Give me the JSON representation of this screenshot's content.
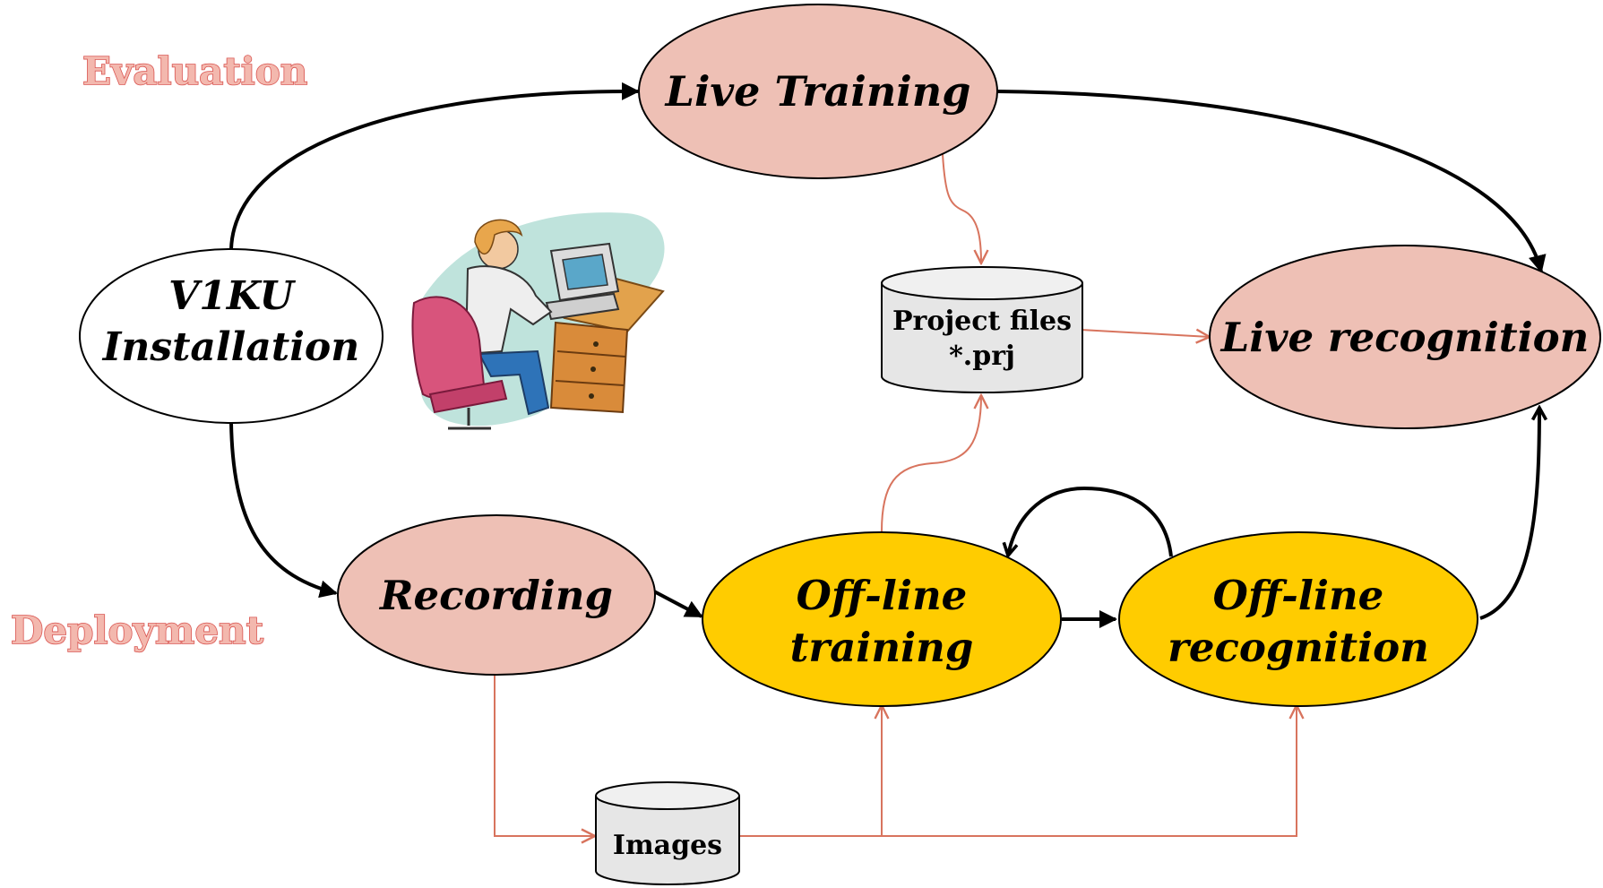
{
  "phases": {
    "evaluation": "Evaluation",
    "deployment": "Deployment"
  },
  "nodes": {
    "install": {
      "line1": "V1KU",
      "line2": "Installation"
    },
    "live_training": {
      "label": "Live Training"
    },
    "live_recognition": {
      "label": "Live recognition"
    },
    "recording": {
      "label": "Recording"
    },
    "offline_training": {
      "line1": "Off-line",
      "line2": "training"
    },
    "offline_recognition": {
      "line1": "Off-line",
      "line2": "recognition"
    }
  },
  "stores": {
    "project_files": {
      "line1": "Project files",
      "line2": "*.prj"
    },
    "images": {
      "label": "Images"
    }
  },
  "illustration": {
    "icon": "person-at-computer-clipart"
  },
  "colors": {
    "pink_node": "#eec0b5",
    "yellow_node": "#ffcc00",
    "white_node": "#ffffff",
    "db_fill": "#e6e6e6",
    "main_flow": "#000000",
    "data_flow": "#d8745e",
    "phase_label": "#f3b8ae"
  }
}
